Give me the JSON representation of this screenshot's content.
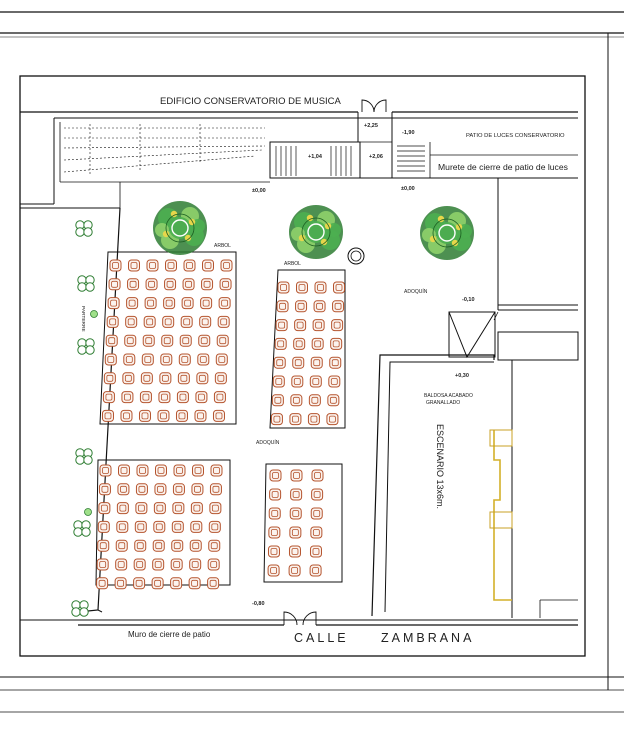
{
  "plan": {
    "building_title": "EDIFICIO  CONSERVATORIO DE MUSICA",
    "light_court": "PATIO DE LUCES CONSERVATORIO",
    "courtyard_wall_right": "Murete de cierre de patio de luces",
    "courtyard_wall_bottom": "Muro de cierre de patio",
    "street": "CALLE     ZAMBRANA",
    "stage": "ESCENARIO 13x6m.",
    "stage_finish_1": "BALDOSA ACABADO",
    "stage_finish_2": "GRANALLADO",
    "paving_1": "ADOQUÍN",
    "paving_2": "ADOQUÍN",
    "tree_pit_1": "ARBOL",
    "tree_pit_2": "ARBOL",
    "planter": "PARTERRE",
    "levels": {
      "stair_top": "+2,25",
      "light_court_level": "-1,90",
      "landing_left": "+1,04",
      "landing_right": "+2,06",
      "entry_left": "±0,00",
      "entry_right": "±0,00",
      "yard_right": "-0,10",
      "stage_level": "+0,30",
      "street_gate": "-0,80"
    }
  },
  "colors": {
    "seat_stroke": "#b5542e",
    "tree_green": "#2e7d32",
    "tree_light": "#8fd16a",
    "tree_yellow": "#e6d64b",
    "stage_outline": "#d4b02a",
    "line": "#111111"
  },
  "seating": [
    {
      "block": "left-upper",
      "rows": 9,
      "cols": 7
    },
    {
      "block": "center-upper",
      "rows": 8,
      "cols": 4
    },
    {
      "block": "left-lower",
      "rows": 7,
      "cols": 7
    },
    {
      "block": "center-lower",
      "rows": 6,
      "cols": 3
    }
  ]
}
